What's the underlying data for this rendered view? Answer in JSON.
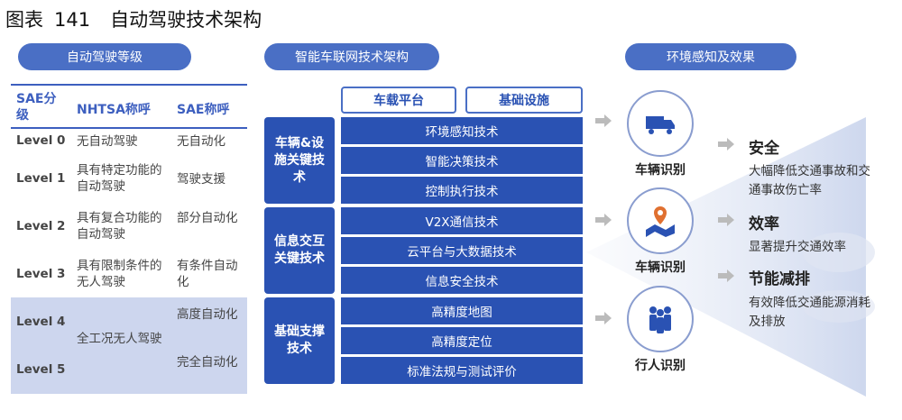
{
  "figure": {
    "label": "图表",
    "number": "141",
    "title": "自动驾驶技术架构"
  },
  "headers": {
    "levels": "自动驾驶等级",
    "architecture": "智能车联网技术架构",
    "effects": "环境感知及效果"
  },
  "levels_table": {
    "columns": [
      "SAE分级",
      "NHTSA称呼",
      "SAE称呼"
    ],
    "rows": [
      {
        "level": "Level 0",
        "nhtsa": "无自动驾驶",
        "sae": "无自动化"
      },
      {
        "level": "Level 1",
        "nhtsa": "具有特定功能的自动驾驶",
        "sae": "驾驶支援"
      },
      {
        "level": "Level 2",
        "nhtsa": "具有复合功能的自动驾驶",
        "sae": "部分自动化"
      },
      {
        "level": "Level 3",
        "nhtsa": "具有限制条件的无人驾驶",
        "sae": "有条件自动化"
      },
      {
        "level": "Level 4",
        "nhtsa": "全工况无人驾驶",
        "sae": "高度自动化"
      },
      {
        "level": "Level 5",
        "nhtsa": "",
        "sae": "完全自动化"
      }
    ]
  },
  "platforms": [
    "车载平台",
    "基础设施"
  ],
  "categories": [
    {
      "name": "车辆&设施关键技术",
      "techs": [
        "环境感知技术",
        "智能决策技术",
        "控制执行技术"
      ]
    },
    {
      "name": "信息交互关键技术",
      "techs": [
        "V2X通信技术",
        "云平台与大数据技术",
        "信息安全技术"
      ]
    },
    {
      "name": "基础支撑技术",
      "techs": [
        "高精度地图",
        "高精度定位",
        "标准法规与测试评价"
      ]
    }
  ],
  "recognition": [
    {
      "label": "车辆识别",
      "icon": "truck-icon"
    },
    {
      "label": "车辆识别",
      "icon": "map-icon"
    },
    {
      "label": "行人识别",
      "icon": "pedestrians-icon"
    }
  ],
  "effects": [
    {
      "title": "安全",
      "desc": "大幅降低交通事故和交通事故伤亡率"
    },
    {
      "title": "效率",
      "desc": "显著提升交通效率"
    },
    {
      "title": "节能减排",
      "desc": "有效降低交通能源消耗及排放"
    }
  ],
  "colors": {
    "primary": "#2a52b3",
    "pill": "#4a6fc5",
    "shade": "#cdd6ee"
  }
}
